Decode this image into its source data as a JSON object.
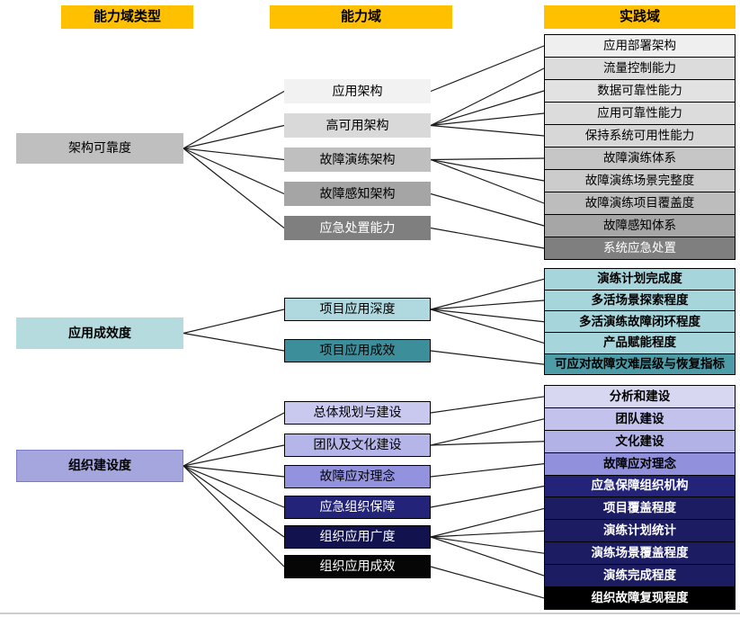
{
  "headers": [
    {
      "label": "能力域类型"
    },
    {
      "label": "能力域"
    },
    {
      "label": "实践域"
    }
  ],
  "colors": {
    "header_bg": "#FFC000",
    "edge": "#1c1c1c",
    "footer_line": "#c9cdd1"
  },
  "nodes": {
    "l1": {
      "label": "架构可靠度",
      "bg": "#BFBFBF",
      "fg": "#000000"
    },
    "l2": {
      "label": "应用成效度",
      "bg": "#B6DBDE",
      "fg": "#000000"
    },
    "l3": {
      "label": "组织建设度",
      "bg": "#A6A6DF",
      "fg": "#000000"
    },
    "m1": {
      "label": "应用架构",
      "bg": "#F2F2F2",
      "fg": "#000000"
    },
    "m2": {
      "label": "高可用架构",
      "bg": "#D9D9D9",
      "fg": "#000000"
    },
    "m3": {
      "label": "故障演练架构",
      "bg": "#BFBFBF",
      "fg": "#000000"
    },
    "m4": {
      "label": "故障感知架构",
      "bg": "#A5A5A5",
      "fg": "#000000"
    },
    "m5": {
      "label": "应急处置能力",
      "bg": "#7F7F7F",
      "fg": "#FFFFFF"
    },
    "m6": {
      "label": "项目应用深度",
      "bg": "#AFD8DF",
      "fg": "#000000"
    },
    "m7": {
      "label": "项目应用成效",
      "bg": "#3D8E9B",
      "fg": "#000000"
    },
    "m8": {
      "label": "总体规划与建设",
      "bg": "#C9C9F0",
      "fg": "#000000"
    },
    "m9": {
      "label": "团队及文化建设",
      "bg": "#B5B5E9",
      "fg": "#000000"
    },
    "m10": {
      "label": "故障应对理念",
      "bg": "#9292DE",
      "fg": "#000000"
    },
    "m11": {
      "label": "应急组织保障",
      "bg": "#23237A",
      "fg": "#FFFFFF"
    },
    "m12": {
      "label": "组织应用广度",
      "bg": "#12124E",
      "fg": "#FFFFFF"
    },
    "m13": {
      "label": "组织应用成效",
      "bg": "#060606",
      "fg": "#FFFFFF"
    },
    "r1": {
      "label": "应用部署架构",
      "bg": "#EFEFEF",
      "fg": "#000000"
    },
    "r2": {
      "label": "流量控制能力",
      "bg": "#DCDCDC",
      "fg": "#000000"
    },
    "r3": {
      "label": "数据可靠性能力",
      "bg": "#E2E2E2",
      "fg": "#000000"
    },
    "r4": {
      "label": "应用可靠性能力",
      "bg": "#DCDCDC",
      "fg": "#000000"
    },
    "r5": {
      "label": "保持系统可用性能力",
      "bg": "#D7D7D7",
      "fg": "#000000"
    },
    "r6": {
      "label": "故障演练体系",
      "bg": "#C6C6C6",
      "fg": "#000000"
    },
    "r7": {
      "label": "故障演练场景完整度",
      "bg": "#CCCCCC",
      "fg": "#000000"
    },
    "r8": {
      "label": "故障演练项目覆盖度",
      "bg": "#BDBDBD",
      "fg": "#000000"
    },
    "r9": {
      "label": "故障感知体系",
      "bg": "#A6A6A6",
      "fg": "#000000"
    },
    "r10": {
      "label": "系统应急处置",
      "bg": "#7F7F7F",
      "fg": "#FFFFFF"
    },
    "r11": {
      "label": "演练计划完成度",
      "bg": "#A6D5DB",
      "fg": "#000000"
    },
    "r12": {
      "label": "多活场景探索程度",
      "bg": "#A6D5DB",
      "fg": "#000000"
    },
    "r13": {
      "label": "多活演练故障闭环程度",
      "bg": "#A6D5DB",
      "fg": "#000000"
    },
    "r14": {
      "label": "产品赋能程度",
      "bg": "#A6D5DB",
      "fg": "#000000"
    },
    "r15": {
      "label": "可应对故障灾难层级与恢复指标",
      "bg": "#4D9CA7",
      "fg": "#000000"
    },
    "r16": {
      "label": "分析和建设",
      "bg": "#D7D7F2",
      "fg": "#000000"
    },
    "r17": {
      "label": "团队建设",
      "bg": "#C2C2EC",
      "fg": "#000000"
    },
    "r18": {
      "label": "文化建设",
      "bg": "#B2B2E6",
      "fg": "#000000"
    },
    "r19": {
      "label": "故障应对理念",
      "bg": "#9090DC",
      "fg": "#000000"
    },
    "r20": {
      "label": "应急保障组织机构",
      "bg": "#23237A",
      "fg": "#FFFFFF"
    },
    "r21": {
      "label": "项目覆盖程度",
      "bg": "#1C1C62",
      "fg": "#FFFFFF"
    },
    "r22": {
      "label": "演练计划统计",
      "bg": "#1C1C62",
      "fg": "#FFFFFF"
    },
    "r23": {
      "label": "演练场景覆盖程度",
      "bg": "#1C1C62",
      "fg": "#FFFFFF"
    },
    "r24": {
      "label": "演练完成程度",
      "bg": "#1C1C62",
      "fg": "#FFFFFF"
    },
    "r25": {
      "label": "组织故障复现程度",
      "bg": "#000000",
      "fg": "#FFFFFF"
    }
  },
  "edges": [
    [
      "l1",
      "m1"
    ],
    [
      "l1",
      "m2"
    ],
    [
      "l1",
      "m3"
    ],
    [
      "l1",
      "m4"
    ],
    [
      "l1",
      "m5"
    ],
    [
      "m1",
      "r1"
    ],
    [
      "m2",
      "r2"
    ],
    [
      "m2",
      "r3"
    ],
    [
      "m2",
      "r4"
    ],
    [
      "m2",
      "r5"
    ],
    [
      "m3",
      "r6"
    ],
    [
      "m3",
      "r7"
    ],
    [
      "m3",
      "r8"
    ],
    [
      "m4",
      "r9"
    ],
    [
      "m5",
      "r10"
    ],
    [
      "l2",
      "m6"
    ],
    [
      "l2",
      "m7"
    ],
    [
      "m6",
      "r11"
    ],
    [
      "m6",
      "r12"
    ],
    [
      "m6",
      "r13"
    ],
    [
      "m6",
      "r14"
    ],
    [
      "m7",
      "r15"
    ],
    [
      "l3",
      "m8"
    ],
    [
      "l3",
      "m9"
    ],
    [
      "l3",
      "m10"
    ],
    [
      "l3",
      "m11"
    ],
    [
      "l3",
      "m12"
    ],
    [
      "l3",
      "m13"
    ],
    [
      "m8",
      "r16"
    ],
    [
      "m9",
      "r17"
    ],
    [
      "m9",
      "r18"
    ],
    [
      "m10",
      "r19"
    ],
    [
      "m11",
      "r20"
    ],
    [
      "m12",
      "r21"
    ],
    [
      "m12",
      "r22"
    ],
    [
      "m12",
      "r23"
    ],
    [
      "m12",
      "r24"
    ],
    [
      "m13",
      "r25"
    ]
  ]
}
